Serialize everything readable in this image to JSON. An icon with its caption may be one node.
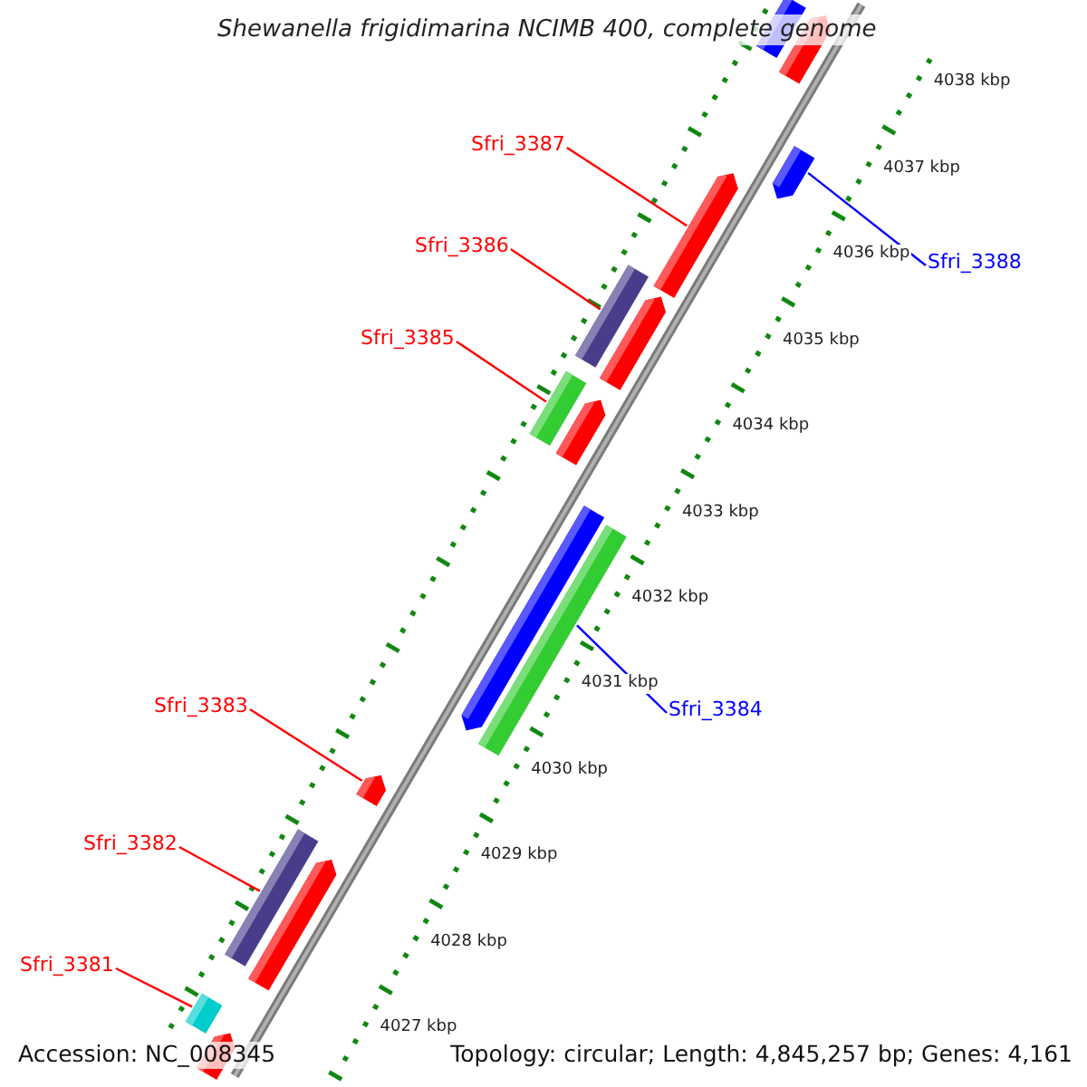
{
  "diagram": {
    "title": "Shewanella frigidimarina NCIMB 400, complete genome",
    "nodes": [
      {
        "text": [
          "Sfri_3387"
        ]
      },
      {
        "text": [
          "Sfri_3388"
        ]
      },
      {
        "text": [
          "Sfri_3386"
        ]
      },
      {
        "text": [
          "Sfri_3385"
        ]
      },
      {
        "text": [
          "Sfri_3384"
        ]
      },
      {
        "text": [
          "Sfri_3383"
        ]
      },
      {
        "text": [
          "Sfri_3382"
        ]
      },
      {
        "text": [
          "Sfri_3381"
        ]
      },
      {
        "text": [],
        "shape": "bar"
      },
      {
        "text": [],
        "shape": "bar"
      },
      {
        "text": [],
        "shape": "bar"
      },
      {
        "text": [],
        "shape": "bar"
      },
      {
        "text": [],
        "shape": "bar"
      },
      {
        "text": [],
        "shape": "bar"
      },
      {
        "text": [],
        "shape": "bar"
      },
      {
        "text": [],
        "shape": "bar"
      },
      {
        "text": [],
        "shape": "bar"
      },
      {
        "text": [],
        "shape": "bar"
      },
      {
        "text": [],
        "shape": "bar"
      },
      {
        "text": [],
        "shape": "bar"
      },
      {
        "text": [],
        "shape": "bar"
      },
      {
        "text": [],
        "shape": "bar"
      },
      {
        "text": [],
        "shape": "bar"
      }
    ],
    "edges": [
      {
        "from": 0,
        "to": 11,
        "arrow": "none"
      },
      {
        "from": 1,
        "to": 10,
        "arrow": "none",
        "color": "#0000ff"
      },
      {
        "from": 2,
        "to": 12,
        "arrow": "none"
      },
      {
        "from": 3,
        "to": 14,
        "arrow": "none"
      },
      {
        "from": 4,
        "to": 17,
        "arrow": "none",
        "color": "#0000ff"
      },
      {
        "from": 5,
        "to": 18,
        "arrow": "none"
      },
      {
        "from": 6,
        "to": 19,
        "arrow": "none"
      },
      {
        "from": 7,
        "to": 21,
        "arrow": "none"
      }
    ],
    "labels": [
      "4038 kbp",
      "4037 kbp",
      "4036 kbp",
      "4035 kbp",
      "4034 kbp",
      "4033 kbp",
      "4032 kbp",
      "4031 kbp",
      "4030 kbp",
      "4029 kbp",
      "4028 kbp",
      "4027 kbp",
      "Accession: NC_008345",
      "Topology: circular; Length: 4,845,257 bp; Genes: 4,161"
    ]
  }
}
